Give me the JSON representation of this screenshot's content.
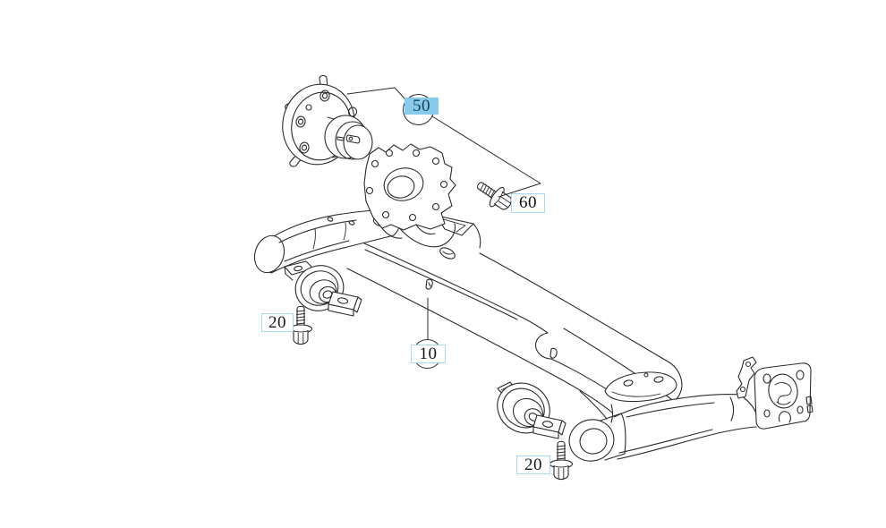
{
  "diagram": {
    "type": "exploded-parts-diagram",
    "subject": "rear-axle-twist-beam-assembly",
    "background": "#ffffff",
    "line_color": "#2b2b2b",
    "highlight_fill": "#87cbea",
    "callout_border": "#a9daef",
    "callout_text": "#141414"
  },
  "callouts": {
    "c50": {
      "label": "50",
      "style": "circle-highlighted",
      "part": "wheel-hub-assembly"
    },
    "c60": {
      "label": "60",
      "style": "box",
      "part": "hub-mounting-bolt"
    },
    "c10": {
      "label": "10",
      "style": "circle-box",
      "part": "axle-beam"
    },
    "c20a": {
      "label": "20",
      "style": "box",
      "part": "front-bushing-bolt"
    },
    "c20b": {
      "label": "20",
      "style": "box",
      "part": "rear-bushing-bolt"
    }
  },
  "parts_icons": [
    "wheel-hub-drawing",
    "spindle-bracket-drawing",
    "axle-beam-drawing",
    "left-trailing-arm-drawing",
    "front-bushing-drawing",
    "rear-bushing-drawing",
    "right-trailing-arm-drawing",
    "hub-flange-plate-drawing",
    "bolt-60-drawing",
    "bolt-20a-drawing",
    "bolt-20b-drawing"
  ]
}
